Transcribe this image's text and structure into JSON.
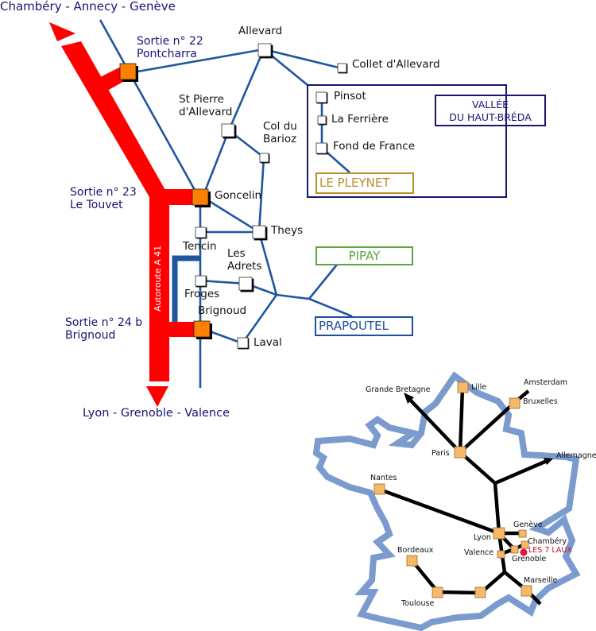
{
  "title": "Accès Les 7 Laux",
  "colors": {
    "motorway": "#ff0000",
    "exit_node": "#ff8000",
    "road": "#1f56a0",
    "label_navy": "#1a1475",
    "pleynet": "#b8912a",
    "pipay": "#5aa640",
    "prapoutel": "#1f4fa0",
    "france_outline": "#7b9bcf",
    "city_node": "#f7b968",
    "resort_dot": "#e8103c"
  },
  "motorway": {
    "north_destination": "Chambéry - Annecy - Genève",
    "south_destination": "Lyon - Grenoble - Valence",
    "name": "Autoroute A 41"
  },
  "exits": [
    {
      "line1": "Sortie n° 22",
      "line2": "Pontcharra"
    },
    {
      "line1": "Sortie n° 23",
      "line2": "Le Touvet"
    },
    {
      "line1": "Sortie n° 24 b",
      "line2": "Brignoud"
    }
  ],
  "villages": {
    "allevard": "Allevard",
    "collet": "Collet d'Allevard",
    "st_pierre_1": "St Pierre",
    "st_pierre_2": "d'Allevard",
    "col_1": "Col du",
    "col_2": "Barioz",
    "pinsot": "Pinsot",
    "ferriere": "La Ferrière",
    "fond": "Fond de France",
    "goncelin": "Goncelin",
    "theys": "Theys",
    "tencin": "Tencin",
    "adrets_1": "Les",
    "adrets_2": "Adrets",
    "froges": "Froges",
    "brignoud": "Brignoud",
    "laval": "Laval"
  },
  "valley_box": {
    "line1": "VALLÉE",
    "line2": "DU HAUT-BRÉDA"
  },
  "resorts": {
    "pleynet": "LE PLEYNET",
    "pipay": "PIPAY",
    "prapoutel": "PRAPOUTEL"
  },
  "france_map": {
    "cities": [
      "Lille",
      "Paris",
      "Bruxelles",
      "Nantes",
      "Lyon",
      "Genève",
      "Chambéry",
      "Valence",
      "Grenoble",
      "Bordeaux",
      "Toulouse",
      "Marseille"
    ],
    "directions": [
      "Grande Bretagne",
      "Amsterdam",
      "Allemagne"
    ],
    "resort": "LES 7 LAUX"
  }
}
